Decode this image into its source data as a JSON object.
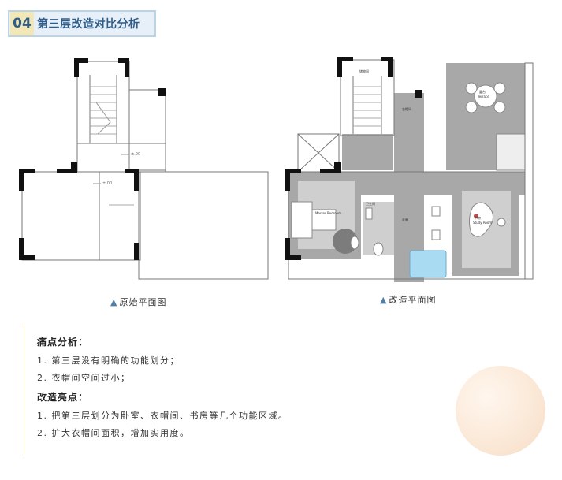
{
  "section": {
    "number": "04",
    "title": "第三层改造对比分析"
  },
  "captions": {
    "original": "原始平面图",
    "renovated": "改造平面图",
    "marker": "▲"
  },
  "plan_labels": {
    "original_mark_1": "±.00",
    "original_mark_2": "±.00",
    "renovated_labels": [
      "储物间",
      "衣帽间",
      "走廊",
      "Master Bedroom",
      "卫生间",
      "书房",
      "Study Room",
      "露台",
      "Terrace"
    ]
  },
  "notes": {
    "pain_title": "痛点分析：",
    "pain_items": [
      "1. 第三层没有明确的功能划分；",
      "2. 衣帽间空间过小；"
    ],
    "highlight_title": "改造亮点：",
    "highlight_items": [
      "1. 把第三层划分为卧室、衣帽间、书房等几个功能区域。",
      "2. 扩大衣帽间面积，增加实用度。"
    ]
  },
  "colors": {
    "accent_blue": "#2f5d8a",
    "title_bg": "#e7f0f9",
    "number_bg": "#f2e7b6",
    "room_gray": "#a8a8a8",
    "wall_black": "#111111"
  }
}
